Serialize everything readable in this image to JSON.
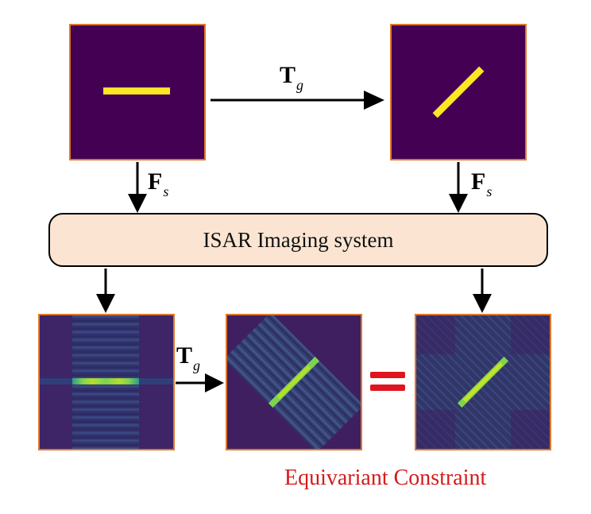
{
  "system": {
    "label": "ISAR Imaging system"
  },
  "operators": {
    "transform": {
      "symbol": "T",
      "subscript": "g"
    },
    "forward": {
      "symbol": "F",
      "subscript": "s"
    }
  },
  "caption": "Equivariant Constraint",
  "colors": {
    "panel_background": "#440154",
    "panel_border": "#e0782a",
    "target_line": "#fde725",
    "system_box_fill": "#fbe5d2",
    "equals_sign": "#e0141e",
    "caption_text": "#d61a1a"
  }
}
